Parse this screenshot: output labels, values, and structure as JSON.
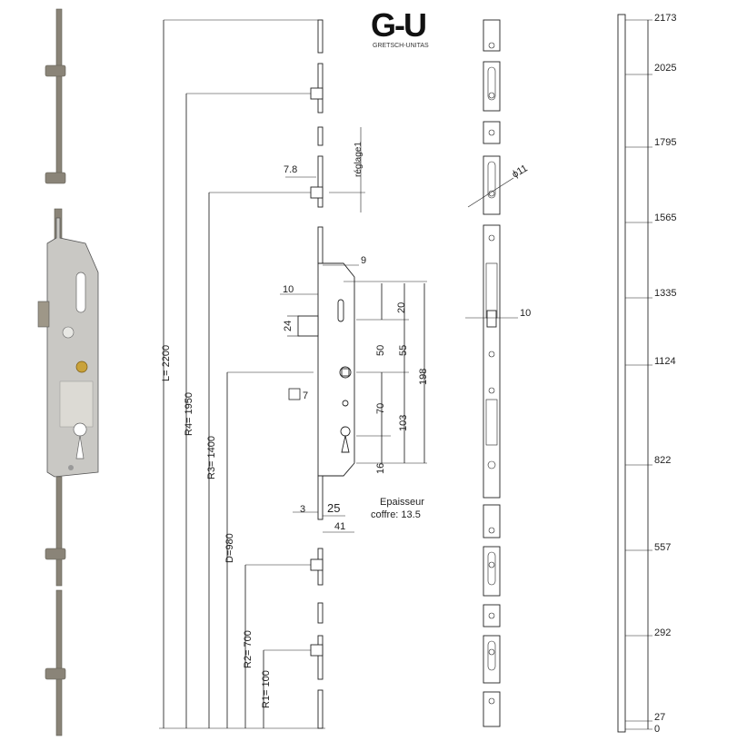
{
  "logo": {
    "mark": "G-U",
    "subtitle": "GRETSCH-UNITAS"
  },
  "left_dims": [
    {
      "label": "L= 2200"
    },
    {
      "label": "R4= 1950"
    },
    {
      "label": "R3= 1400"
    },
    {
      "label": "D=980"
    },
    {
      "label": "R2= 700"
    },
    {
      "label": "R1= 100"
    }
  ],
  "lock_dims": {
    "offset": "7.8",
    "adjust": "réglage1",
    "top_9": "9",
    "left_10": "10",
    "h_24": "24",
    "v_20": "20",
    "v_50": "50",
    "v_55": "55",
    "v_198": "198",
    "square": "7",
    "v_70": "70",
    "v_103": "103",
    "v_16": "16",
    "b_3": "3",
    "b_25": "25",
    "b_41": "41",
    "thickness_line1": "Epaisseur",
    "thickness_line2": "coffre: 13.5"
  },
  "keeper_dims": {
    "diameter": "ϕ11",
    "width": "10"
  },
  "right_scale": [
    "2173",
    "2025",
    "1795",
    "1565",
    "1335",
    "1124",
    "822",
    "557",
    "292",
    "27",
    "0"
  ]
}
